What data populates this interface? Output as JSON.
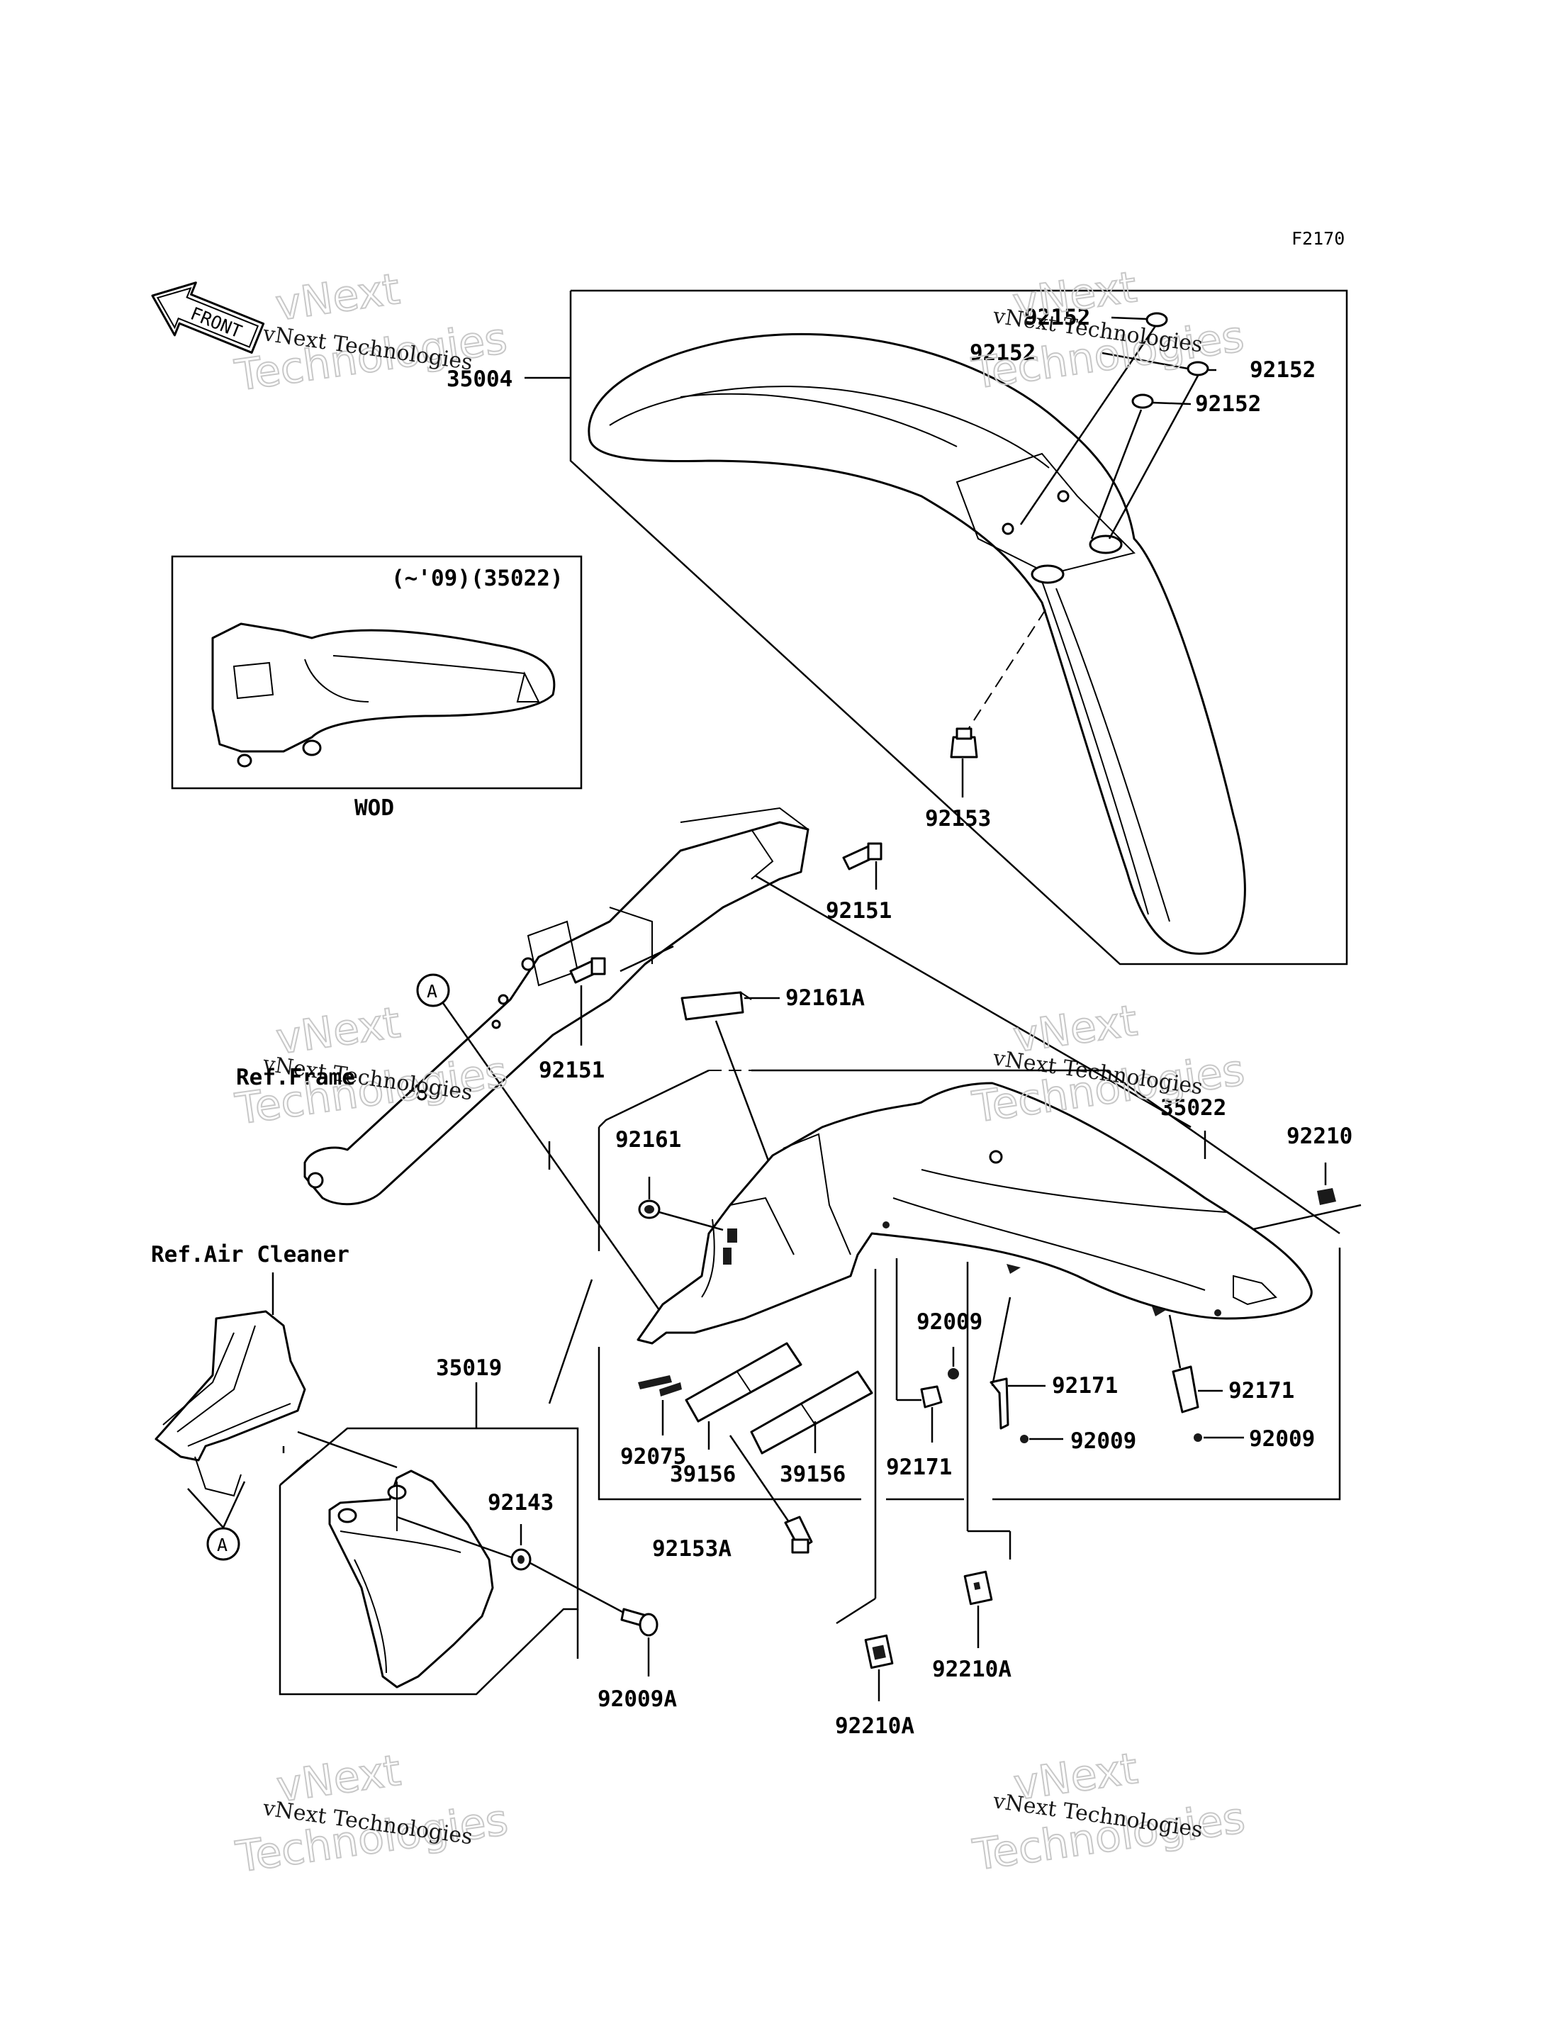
{
  "diagram_code": "F2170",
  "front_arrow_label": "FRONT",
  "watermark": {
    "name": "vNext Technologies",
    "big": "Technologies",
    "top": "vNext"
  },
  "inset": {
    "note": "(~'09)(35022)",
    "caption": "WOD"
  },
  "refs": {
    "frame": "Ref.Frame",
    "air_cleaner": "Ref.Air Cleaner",
    "callout_a": "A"
  },
  "parts": {
    "p35004": "35004",
    "p92152_a": "92152",
    "p92152_b": "92152",
    "p92152_c": "92152",
    "p92152_d": "92152",
    "p92153": "92153",
    "p92151_a": "92151",
    "p92151_b": "92151",
    "p92161A": "92161A",
    "p35022": "35022",
    "p92210": "92210",
    "p92161": "92161",
    "p92009_a": "92009",
    "p92009_b": "92009",
    "p92009_c": "92009",
    "p92171_a": "92171",
    "p92171_b": "92171",
    "p92171_c": "92171",
    "p92075": "92075",
    "p39156_a": "39156",
    "p39156_b": "39156",
    "p35019": "35019",
    "p92143": "92143",
    "p92153A": "92153A",
    "p92009A": "92009A",
    "p92210A_a": "92210A",
    "p92210A_b": "92210A"
  }
}
